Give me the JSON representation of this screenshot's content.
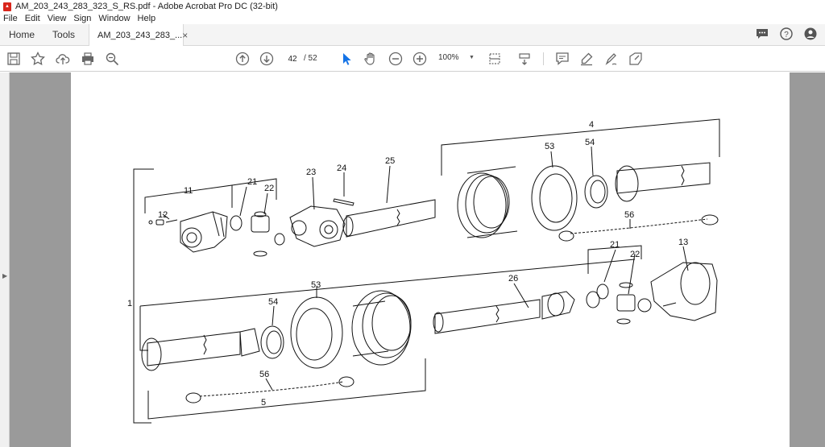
{
  "window": {
    "title": "AM_203_243_283_323_S_RS.pdf - Adobe Acrobat Pro DC (32-bit)"
  },
  "menu": [
    "File",
    "Edit",
    "View",
    "Sign",
    "Window",
    "Help"
  ],
  "tabs": {
    "home": "Home",
    "tools": "Tools",
    "document": "AM_203_243_283_...",
    "close": "×"
  },
  "toolbar": {
    "page_current": "42",
    "page_total": "/ 52",
    "zoom": "100%"
  },
  "diagram_labels": {
    "l1": "1",
    "l4": "4",
    "l5": "5",
    "l11": "11",
    "l12": "12",
    "l13": "13",
    "l21a": "21",
    "l21b": "21",
    "l22a": "22",
    "l22b": "22",
    "l23": "23",
    "l24": "24",
    "l25": "25",
    "l26": "26",
    "l53a": "53",
    "l53b": "53",
    "l54a": "54",
    "l54b": "54",
    "l56a": "56",
    "l56b": "56"
  },
  "colors": {
    "pdf_red": "#d9261c",
    "select_blue": "#1473e6",
    "doc_bg": "#9a9a9a"
  }
}
